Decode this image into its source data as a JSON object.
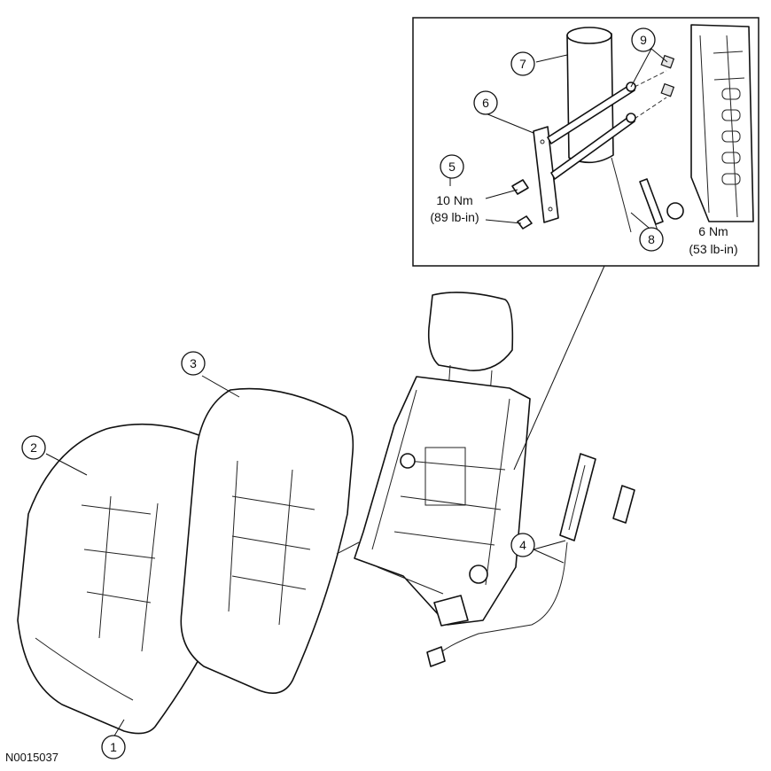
{
  "callouts": [
    "1",
    "2",
    "3",
    "4",
    "5",
    "6",
    "7",
    "8",
    "9"
  ],
  "torque": {
    "left": {
      "nm": "10 Nm",
      "lbin": "(89 lb-in)"
    },
    "right": {
      "nm": "6 Nm",
      "lbin": "(53 lb-in)"
    }
  },
  "figure_id": "N0015037"
}
